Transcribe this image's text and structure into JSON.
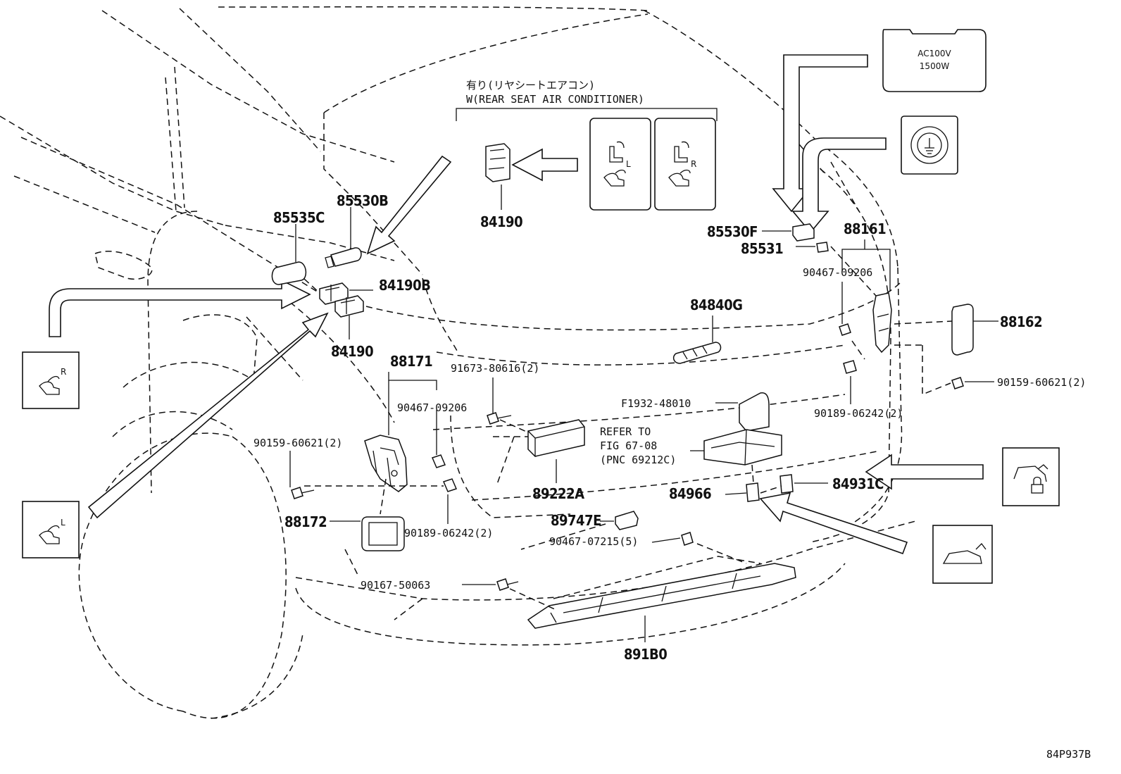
{
  "header": {
    "condition_jp": "有り(リヤシートエアコン)",
    "condition_en": "W(REAR SEAT AIR CONDITIONER)"
  },
  "outlet_box": {
    "line1": "AC100V",
    "line2": "1500W"
  },
  "refer": {
    "line1": "REFER TO",
    "line2": "FIG 67-08",
    "line3": "(PNC 69212C)"
  },
  "icon_marks": {
    "left": "L",
    "right": "R"
  },
  "parts": {
    "p84190_top": "84190",
    "p85535C": "85535C",
    "p85530B": "85530B",
    "p84190B": "84190B",
    "p84190_low": "84190",
    "p88171": "88171",
    "p90467_09206_a": "90467-09206",
    "p90159_60621_a": "90159-60621(2)",
    "p88172": "88172",
    "p90189_06242_a": "90189-06242(2)",
    "p91673_80616": "91673-80616(2)",
    "p89222A": "89222A",
    "p89747E": "89747E",
    "p90467_07215": "90467-07215(5)",
    "p90167_50063": "90167-50063",
    "p891B0": "891B0",
    "p84840G": "84840G",
    "pF1932_48010": "F1932-48010",
    "p84966": "84966",
    "p84931C": "84931C",
    "p85530F": "85530F",
    "p85531": "85531",
    "p88161": "88161",
    "p90467_09206_b": "90467-09206",
    "p88162": "88162",
    "p90159_60621_b": "90159-60621(2)",
    "p90189_06242_b": "90189-06242(2)"
  },
  "footer": {
    "code": "84P937B"
  }
}
